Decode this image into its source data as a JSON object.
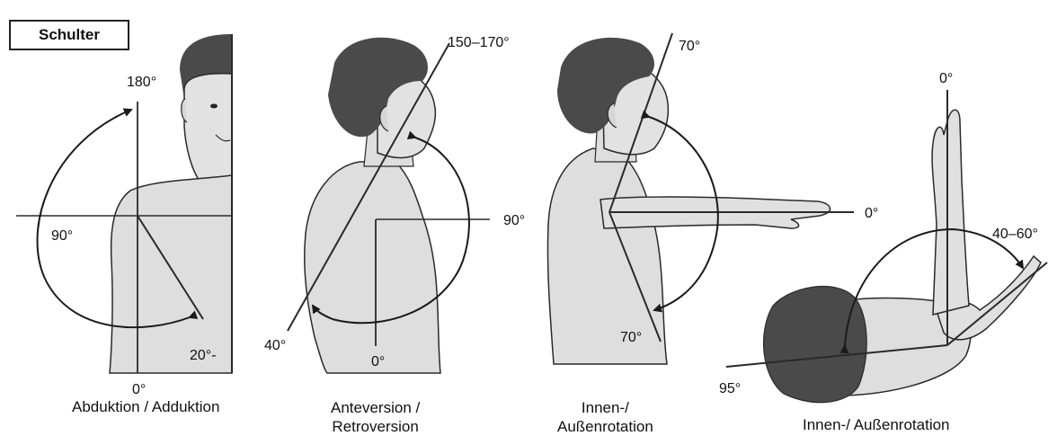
{
  "title": "Schulter",
  "panels": [
    {
      "caption_lines": [
        "Abduktion / Adduktion"
      ],
      "angles": {
        "top": "180°",
        "left": "90°",
        "bottom": "0°",
        "adduction": "20°-"
      }
    },
    {
      "caption_lines": [
        "Anteversion /",
        "Retroversion"
      ],
      "angles": {
        "top": "150–170°",
        "right": "90°",
        "back": "40°",
        "bottom": "0°"
      }
    },
    {
      "caption_lines": [
        "Innen-/",
        "Außenrotation"
      ],
      "angles": {
        "top": "70°",
        "right": "0°",
        "bottom": "70°"
      }
    },
    {
      "caption_lines": [
        "Innen-/ Außenrotation"
      ],
      "angles": {
        "top": "0°",
        "right": "40–60°",
        "left": "95°"
      }
    }
  ],
  "colors": {
    "line": "#2a2a2a",
    "skin": "#dedede",
    "hair": "#4a4a4a",
    "background": "#ffffff"
  }
}
